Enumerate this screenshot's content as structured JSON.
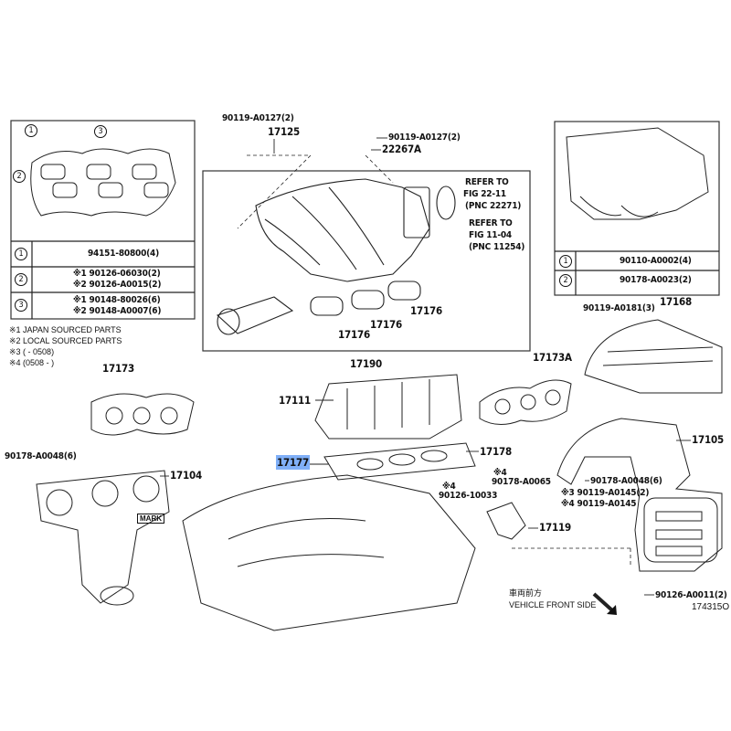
{
  "title_code": "174315O",
  "left_inset": {
    "callouts": [
      "1",
      "2",
      "3"
    ],
    "legend": [
      {
        "num": "1",
        "parts": [
          "94151-80800(4)"
        ]
      },
      {
        "num": "2",
        "parts": [
          "※1 90126-06030(2)",
          "※2 90126-A0015(2)"
        ]
      },
      {
        "num": "3",
        "parts": [
          "※1 90148-80026(6)",
          "※2 90148-A0007(6)"
        ]
      }
    ],
    "notes": [
      "※1 JAPAN SOURCED PARTS",
      "※2 LOCAL SOURCED PARTS",
      "※3 (        - 0508)",
      "※4 (0508 -        )"
    ]
  },
  "right_inset": {
    "legend": [
      {
        "num": "1",
        "part": "90110-A0002(4)"
      },
      {
        "num": "2",
        "part": "90178-A0023(2)"
      }
    ]
  },
  "labels": {
    "bolt_17125": "90119-A0127(2)",
    "p17125": "17125",
    "bolt_22267a": "90119-A0127(2)",
    "p22267a": "22267A",
    "refer1": [
      "REFER TO",
      "FIG 22-11",
      "(PNC 22271)"
    ],
    "refer2": [
      "REFER TO",
      "FIG 11-04",
      "(PNC 11254)"
    ],
    "p17176": "17176",
    "p17190": "17190",
    "p17173": "17173",
    "p17111": "17111",
    "p17173a": "17173A",
    "bolt_17168": "90119-A0181(3)",
    "p17168": "17168",
    "p17105": "17105",
    "p17177": "17177",
    "p17178": "17178",
    "nut_left": "90178-A0048(6)",
    "p17104": "17104",
    "mark": "MARK",
    "stud_note": "※4",
    "stud": "90126-10033",
    "nut_note": "※4",
    "nut_a0065": "90178-A0065",
    "bolt_a0145_a": "※3 90119-A0145(2)",
    "bolt_a0145_b": "※4 90119-A0145",
    "nut_right": "90178-A0048(6)",
    "p17119": "17119",
    "stud_right": "90126-A0011(2)",
    "front_jp": "車両前方",
    "front_en": "VEHICLE FRONT SIDE"
  }
}
